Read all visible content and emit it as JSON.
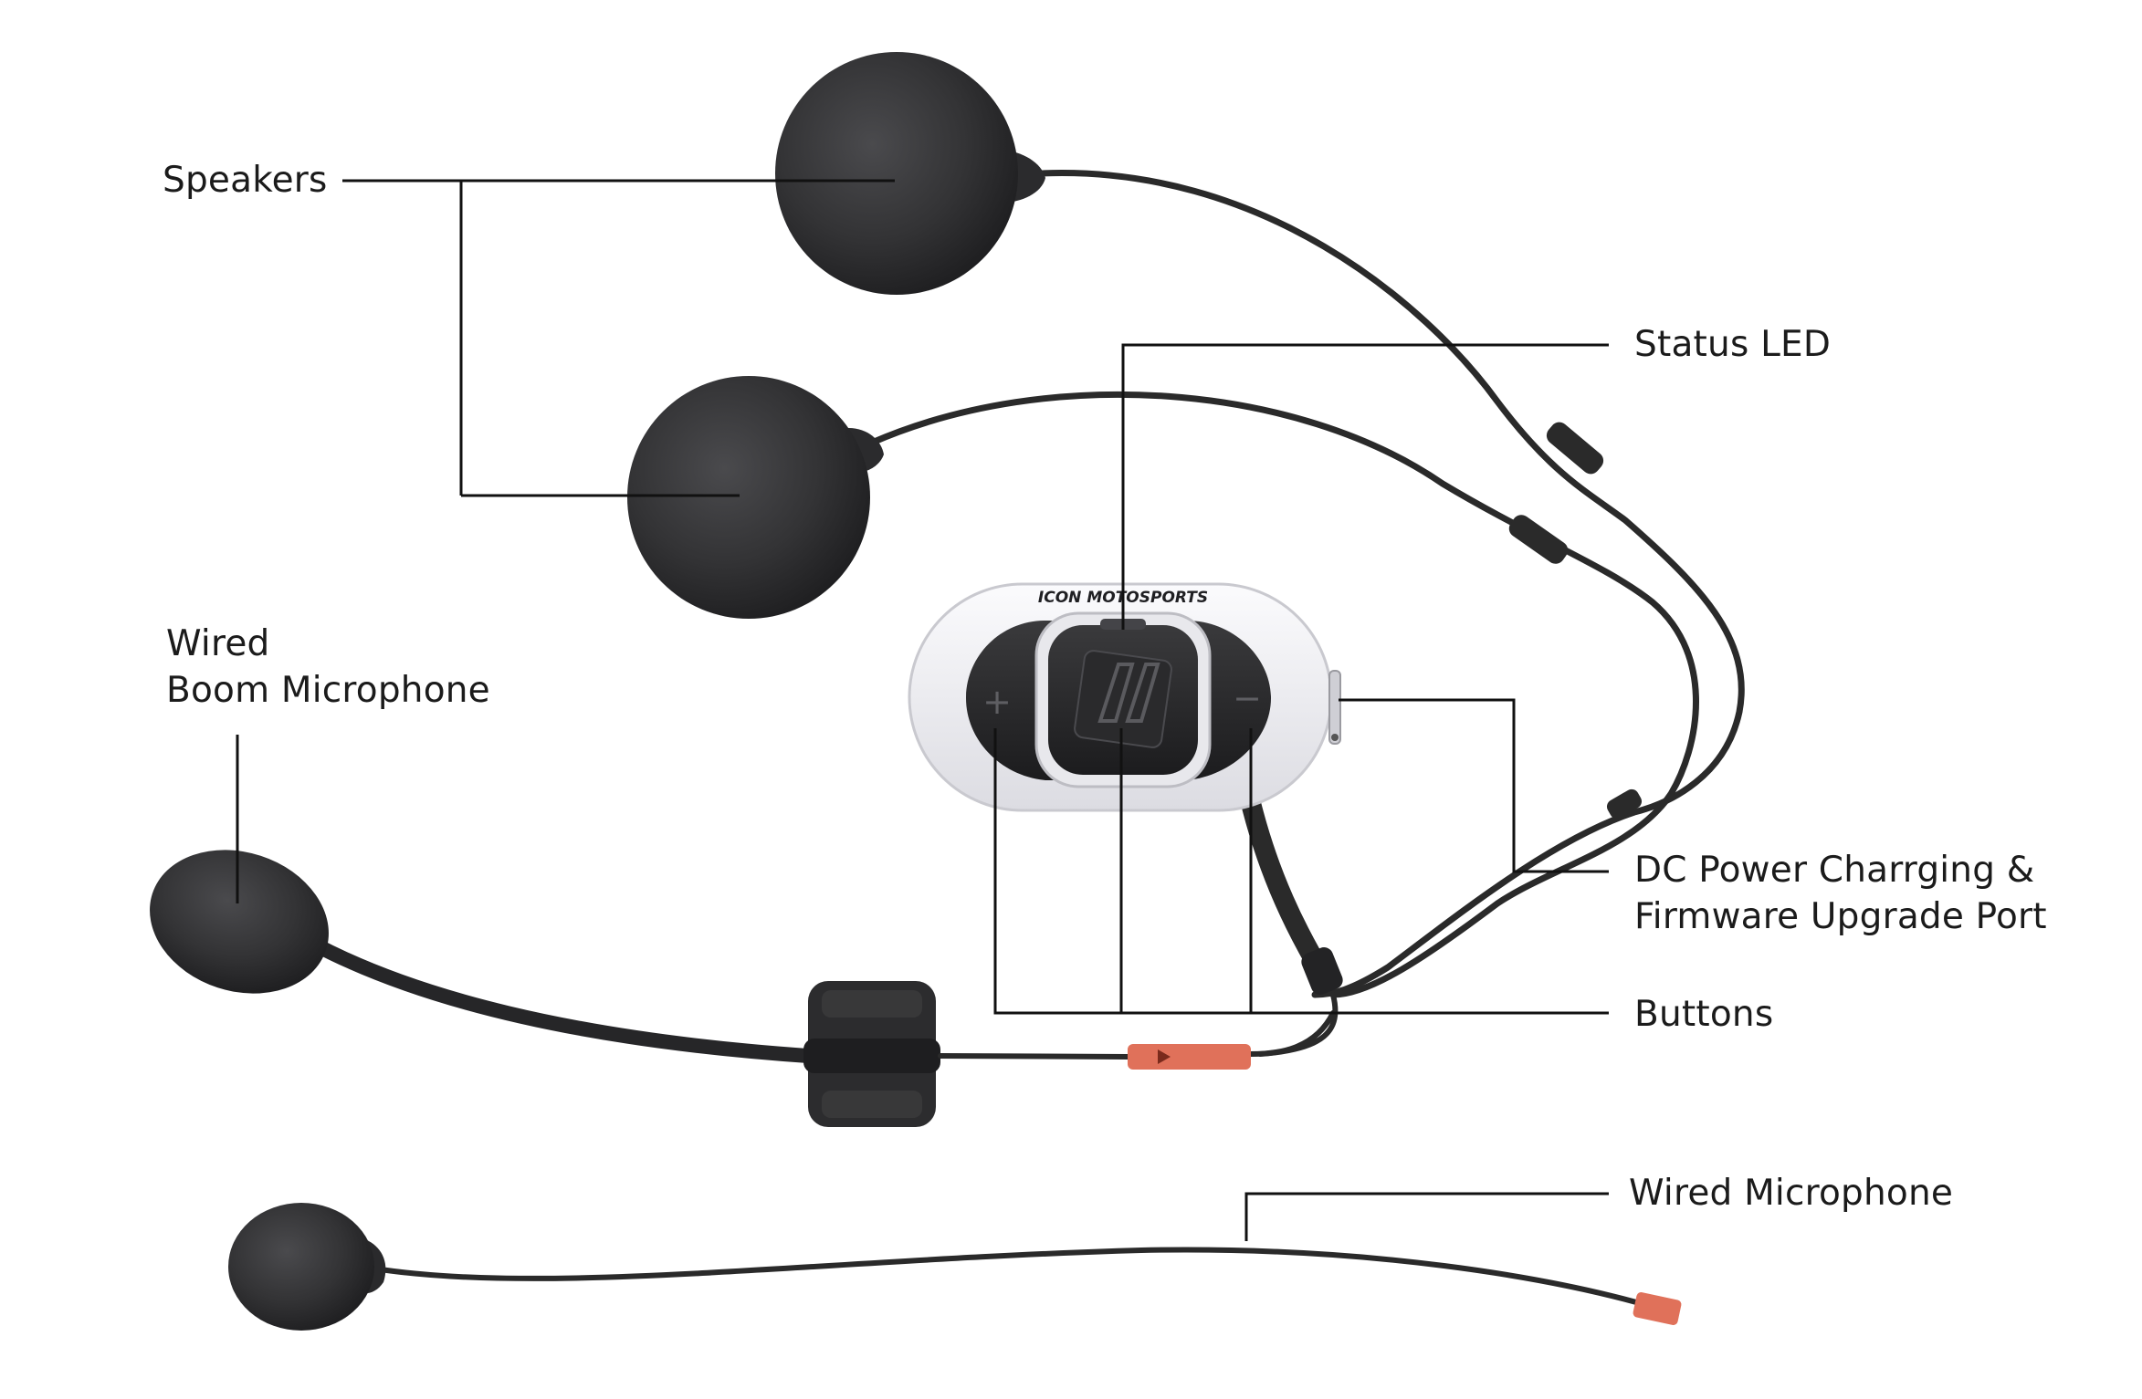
{
  "labels": {
    "speakers": "Speakers",
    "status_led": "Status LED",
    "wired_boom_mic_line1": "Wired",
    "wired_boom_mic_line2": "Boom Microphone",
    "dc_power_line1": "DC Power Charrging &",
    "dc_power_line2": "Firmware Upgrade Port",
    "buttons": "Buttons",
    "wired_microphone": "Wired Microphone"
  },
  "device": {
    "brand": "ICON MOTOSPORTS",
    "plus_symbol": "+",
    "minus_symbol": "−"
  },
  "colors": {
    "foam": "#2f2f31",
    "cable": "#2a2a2a",
    "device_shell": "#f2f2f4",
    "device_buttons": "#2b2b2d",
    "connector": "#e0715a",
    "leader_line": "#111111"
  }
}
